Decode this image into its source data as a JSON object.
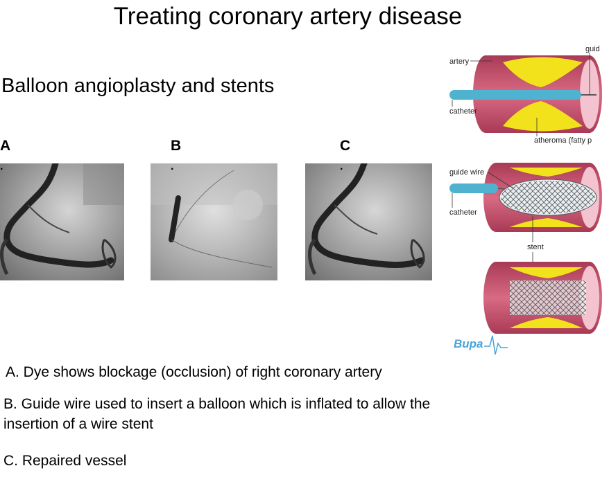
{
  "slide": {
    "title": "Treating coronary artery disease",
    "subtitle": "Balloon angioplasty and stents"
  },
  "panels": [
    {
      "label": "A"
    },
    {
      "label": "B"
    },
    {
      "label": "C"
    }
  ],
  "captions": {
    "a": "A.  Dye shows blockage (occlusion) of right coronary artery",
    "b1": "B.  Guide wire used to insert a balloon which is inflated to allow the",
    "b2": "insertion of a wire stent",
    "c": "C.  Repaired vessel"
  },
  "diagram": {
    "labels": {
      "artery": "artery",
      "guide_cut": "guid",
      "catheter1": "catheter",
      "atheroma": "atheroma (fatty p",
      "guide_wire": "guide wire",
      "catheter2": "catheter",
      "stent": "stent"
    },
    "logo_text": "Bupa",
    "colors": {
      "artery_wall": "#c8506a",
      "artery_inner": "#e9a3b4",
      "plaque": "#f2e21c",
      "catheter": "#4fb3cf",
      "logo": "#4aa3d8"
    }
  }
}
